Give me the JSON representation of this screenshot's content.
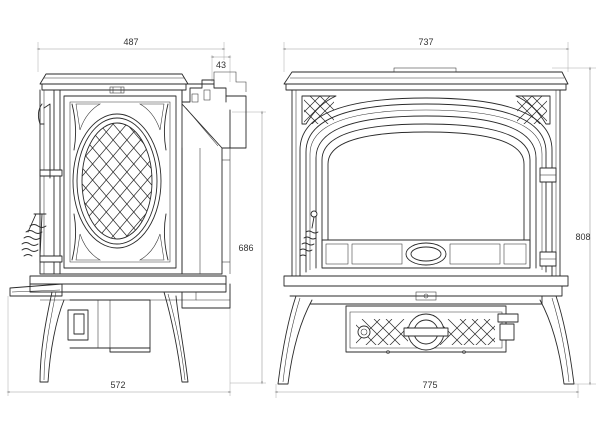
{
  "dimensions": {
    "side_depth": "487",
    "flue_offset": "43",
    "side_height": "686",
    "side_base_depth": "572",
    "front_width": "737",
    "front_height": "808",
    "front_base_width": "775"
  },
  "colors": {
    "line": "#2a2a2a",
    "dimension": "#9a9a9a",
    "background": "#ffffff"
  }
}
